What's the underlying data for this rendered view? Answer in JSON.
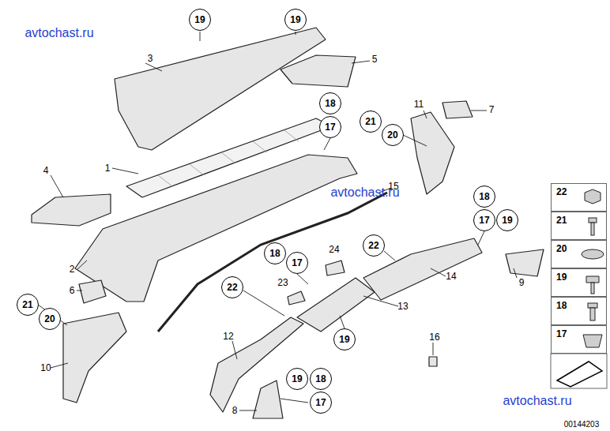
{
  "diagram": {
    "nodes": [
      {
        "text": [
          "19"
        ]
      },
      {
        "text": [
          "19"
        ]
      },
      {
        "text": [
          "18"
        ]
      },
      {
        "text": [
          "21"
        ]
      },
      {
        "text": [
          "17"
        ]
      },
      {
        "text": [
          "20"
        ]
      },
      {
        "text": [
          "18"
        ]
      },
      {
        "text": [
          "17"
        ]
      },
      {
        "text": [
          "19"
        ]
      },
      {
        "text": [
          "22"
        ]
      },
      {
        "text": [
          "18"
        ]
      },
      {
        "text": [
          "17"
        ]
      },
      {
        "text": [
          "22"
        ]
      },
      {
        "text": [
          "21"
        ]
      },
      {
        "text": [
          "20"
        ]
      },
      {
        "text": [
          "19"
        ]
      },
      {
        "text": [
          "19"
        ]
      },
      {
        "text": [
          "18"
        ]
      },
      {
        "text": [
          "17"
        ]
      },
      {
        "text": [
          "22"
        ]
      },
      {
        "text": [
          "21"
        ]
      },
      {
        "text": [
          "20"
        ]
      },
      {
        "text": [
          "19"
        ]
      },
      {
        "text": [
          "18"
        ]
      },
      {
        "text": [
          "17"
        ]
      }
    ],
    "labels": [
      "avtochast.ru",
      "3",
      "5",
      "11",
      "7",
      "1",
      "4",
      "15",
      "avtochast.ru",
      "2",
      "6",
      "14",
      "9",
      "24",
      "23",
      "13",
      "10",
      "12",
      "16",
      "8",
      "avtochast.ru",
      "00144203"
    ]
  }
}
